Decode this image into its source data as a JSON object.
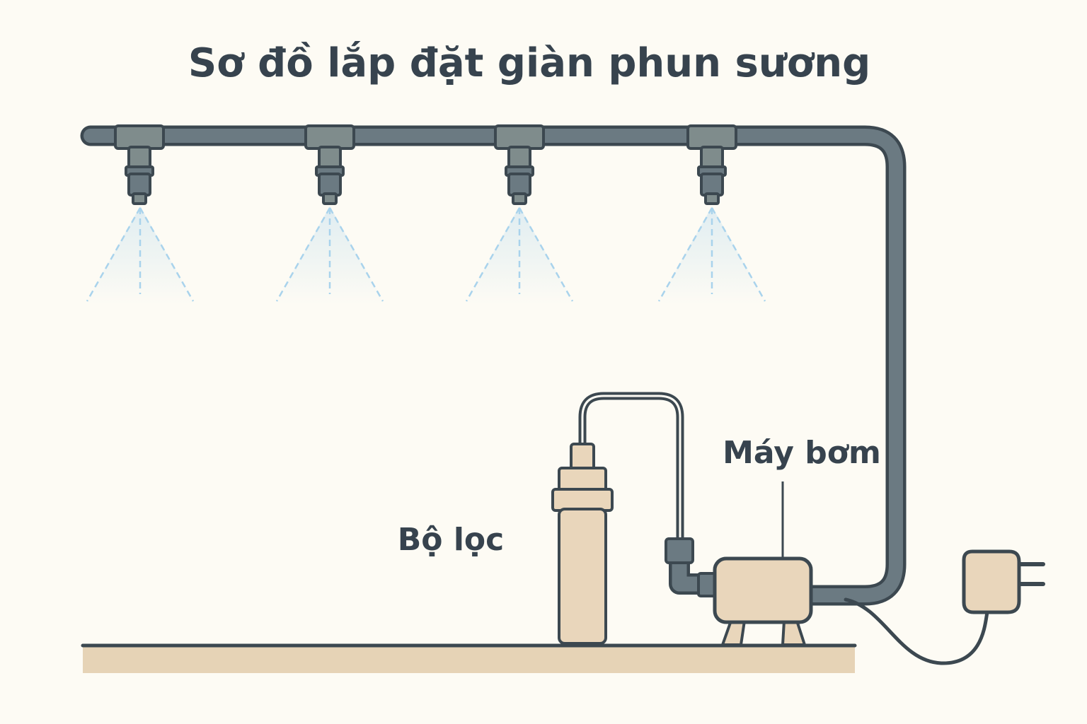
{
  "title": "Sơ đồ lắp đặt giàn phun sương",
  "labels": {
    "filter": "Bộ lọc",
    "pump": "Máy bơm"
  },
  "components": {
    "nozzle_count": 4,
    "icons": [
      "mist-nozzle-icon",
      "filter-cartridge-icon",
      "water-pump-icon",
      "power-plug-icon"
    ]
  },
  "colors": {
    "background": "#fdfbf4",
    "text": "#37434e",
    "pipe_fill": "#6b7a82",
    "outline": "#3c4850",
    "fitting": "#7f8c8c",
    "spray": "#a9d3ec",
    "beige": "#e9d6bb",
    "ground": "#e6d3b6"
  }
}
